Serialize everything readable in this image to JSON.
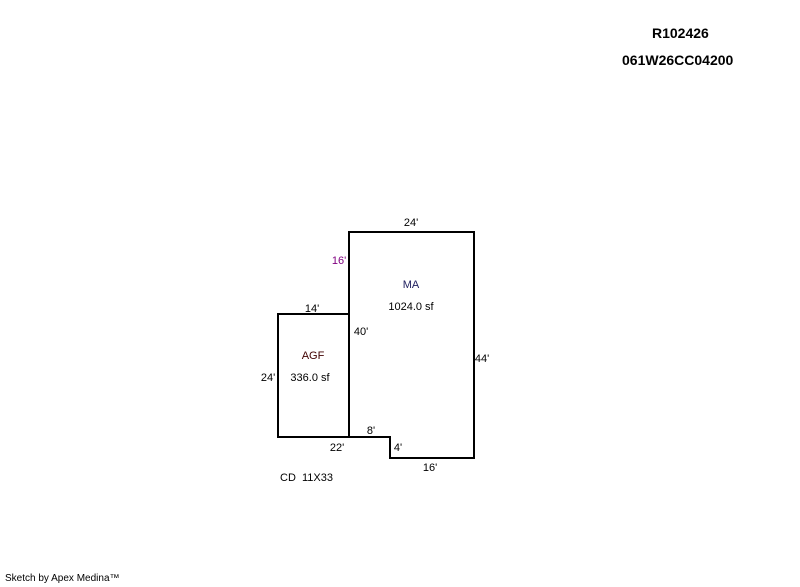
{
  "header": {
    "account_id": "R102426",
    "parcel_id": "061W26CC04200"
  },
  "sketch": {
    "areas": [
      {
        "code": "MA",
        "area": "1024.0 sf"
      },
      {
        "code": "AGF",
        "area": "336.0 sf"
      }
    ],
    "dimensions": {
      "ma_top": "24'",
      "ma_left_upper": "16'",
      "agf_top": "14'",
      "shared_wall": "40'",
      "agf_left": "24'",
      "ma_right": "44'",
      "notch_top": "8'",
      "agf_bottom": "22'",
      "notch_side": "4'",
      "ma_bottom": "16'"
    },
    "note": "CD  11X33",
    "colors": {
      "line": "#000000",
      "accent_purple": "#800080",
      "label_navy": "#202060"
    }
  },
  "footer": {
    "credit": "Sketch by Apex Medina™"
  }
}
